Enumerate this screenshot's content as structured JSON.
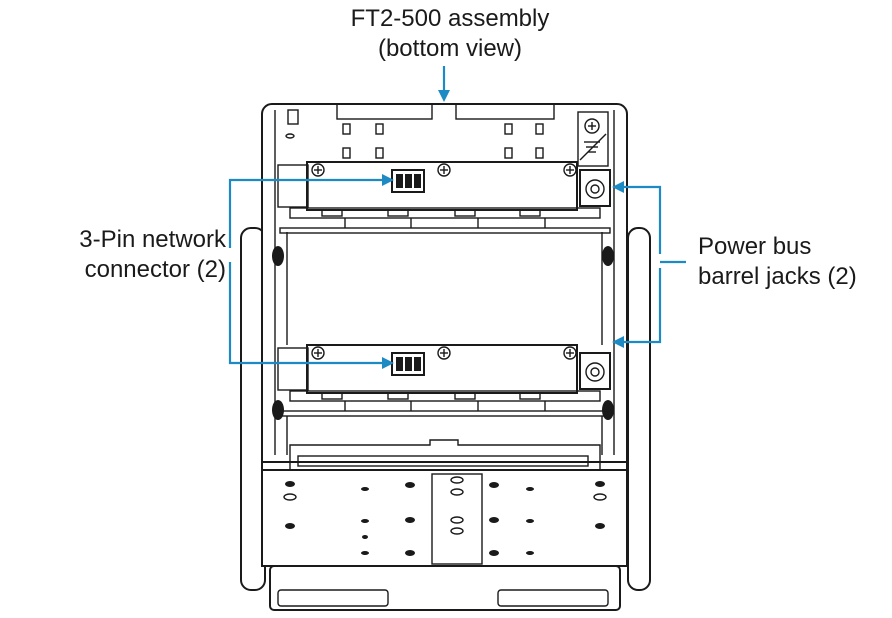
{
  "callouts": {
    "assembly": {
      "line1": "FT2-500 assembly",
      "line2": "(bottom view)"
    },
    "network_connector": {
      "line1": "3-Pin network",
      "line2": "connector (2)"
    },
    "power_bus": {
      "line1": "Power bus",
      "line2": "barrel jacks (2)"
    }
  },
  "colors": {
    "leader_line": "#1e8ac4",
    "drawing_line": "#1a1a1a",
    "background": "#ffffff"
  }
}
